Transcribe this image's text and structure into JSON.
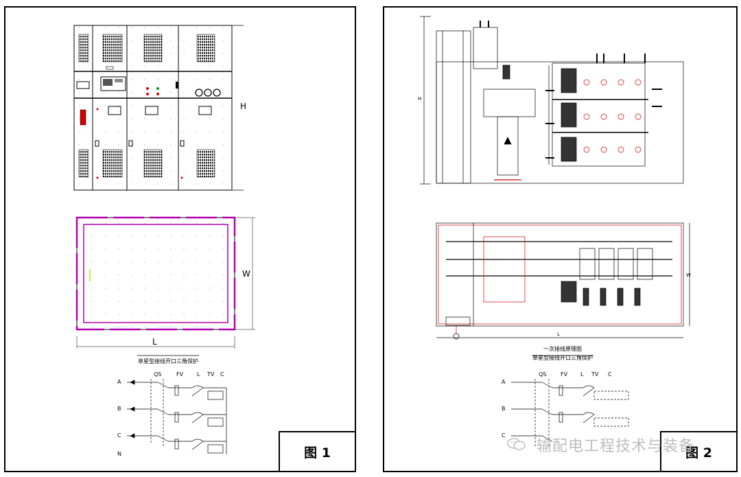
{
  "figure1": {
    "label": "图 1",
    "caption": "单星型接线开口三角保护",
    "dim_height": "H",
    "dim_width": "W",
    "dim_length": "L",
    "phases": [
      "A",
      "B",
      "C",
      "N"
    ],
    "components": [
      "QS",
      "FV",
      "L",
      "TV",
      "C"
    ]
  },
  "figure2": {
    "label": "图 2",
    "caption_title": "一次接线原理图",
    "caption": "单星型接线开口三角保护",
    "dim_height": "H",
    "dim_width": "W",
    "dim_length": "L",
    "phases": [
      "A",
      "B",
      "C"
    ],
    "components": [
      "QS",
      "FV",
      "L",
      "TV",
      "C"
    ]
  },
  "watermark": {
    "text": "输配电工程技术与装备",
    "icon": "wechat-icon"
  },
  "colors": {
    "line": "#000000",
    "magenta": "#b000b0",
    "red": "#d00000",
    "green": "#009900",
    "grid_dot": "#9a9a9a",
    "watermark": "#bdbdbd"
  }
}
